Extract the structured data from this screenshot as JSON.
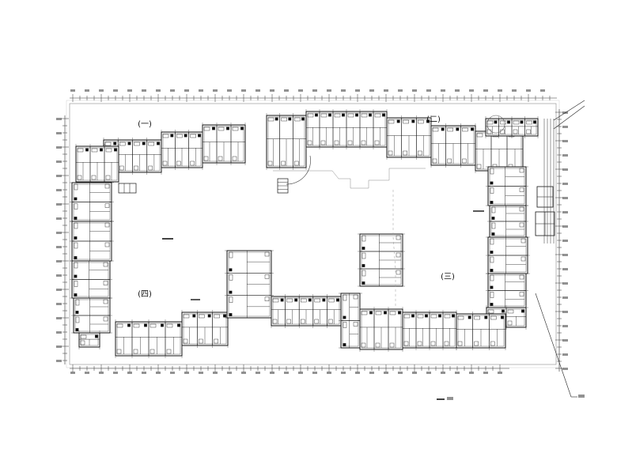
{
  "section_labels": {
    "one": "(一)",
    "two": "(二)",
    "three": "(三)",
    "four": "(四)"
  },
  "colors": {
    "line": "#141414",
    "light_line": "#8a8a8a",
    "background": "#ffffff"
  }
}
